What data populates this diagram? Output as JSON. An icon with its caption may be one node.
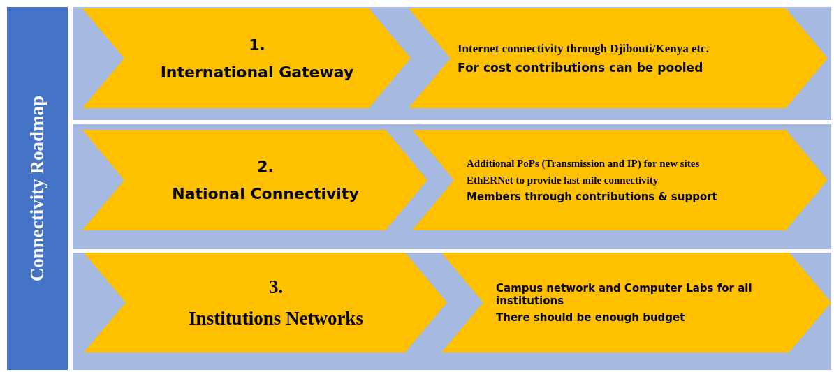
{
  "diagram": {
    "nodes": [
      {
        "text": [
          "Connectivity Roadmap"
        ]
      },
      {
        "text": [
          "1.",
          "International Gateway"
        ]
      },
      {
        "text": [
          "Internet connectivity through Djibouti/Kenya etc.",
          "For cost contributions can be pooled"
        ]
      },
      {
        "text": [
          "2.",
          "National Connectivity"
        ]
      },
      {
        "text": [
          "Additional PoPs (Transmission and IP) for new sites",
          "EthERNet to provide last mile connectivity",
          "Members through contributions & support"
        ]
      },
      {
        "text": [
          "3.",
          "Institutions Networks"
        ]
      },
      {
        "text": [
          "Campus network and Computer Labs for all institutions",
          "There should be enough budget"
        ]
      }
    ]
  }
}
